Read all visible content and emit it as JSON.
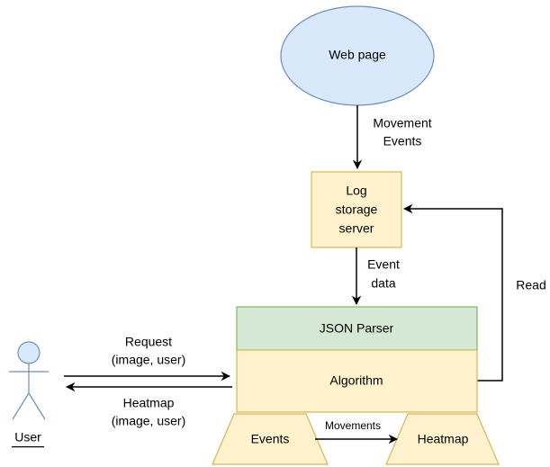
{
  "colors": {
    "web_page_fill": "#dae8fc",
    "web_page_stroke": "#6c8ebf",
    "server_fill": "#fff2cc",
    "server_stroke": "#d6b656",
    "parser_fill": "#d5e8d4",
    "parser_stroke": "#82b366",
    "actor_fill": "#dae8fc",
    "actor_stroke": "#6c8ebf"
  },
  "nodes": {
    "web_page": "Web page",
    "log_storage": [
      "Log",
      "storage",
      "server"
    ],
    "json_parser": "JSON Parser",
    "algorithm": "Algorithm",
    "events": "Events",
    "heatmap": "Heatmap",
    "user": "User"
  },
  "edges": {
    "movement_events": [
      "Movement",
      "Events"
    ],
    "event_data": [
      "Event",
      "data"
    ],
    "read": "Read",
    "request": [
      "Request",
      "(image, user)"
    ],
    "heatmap_response": [
      "Heatmap",
      "(image, user)"
    ],
    "movements": "Movements"
  }
}
